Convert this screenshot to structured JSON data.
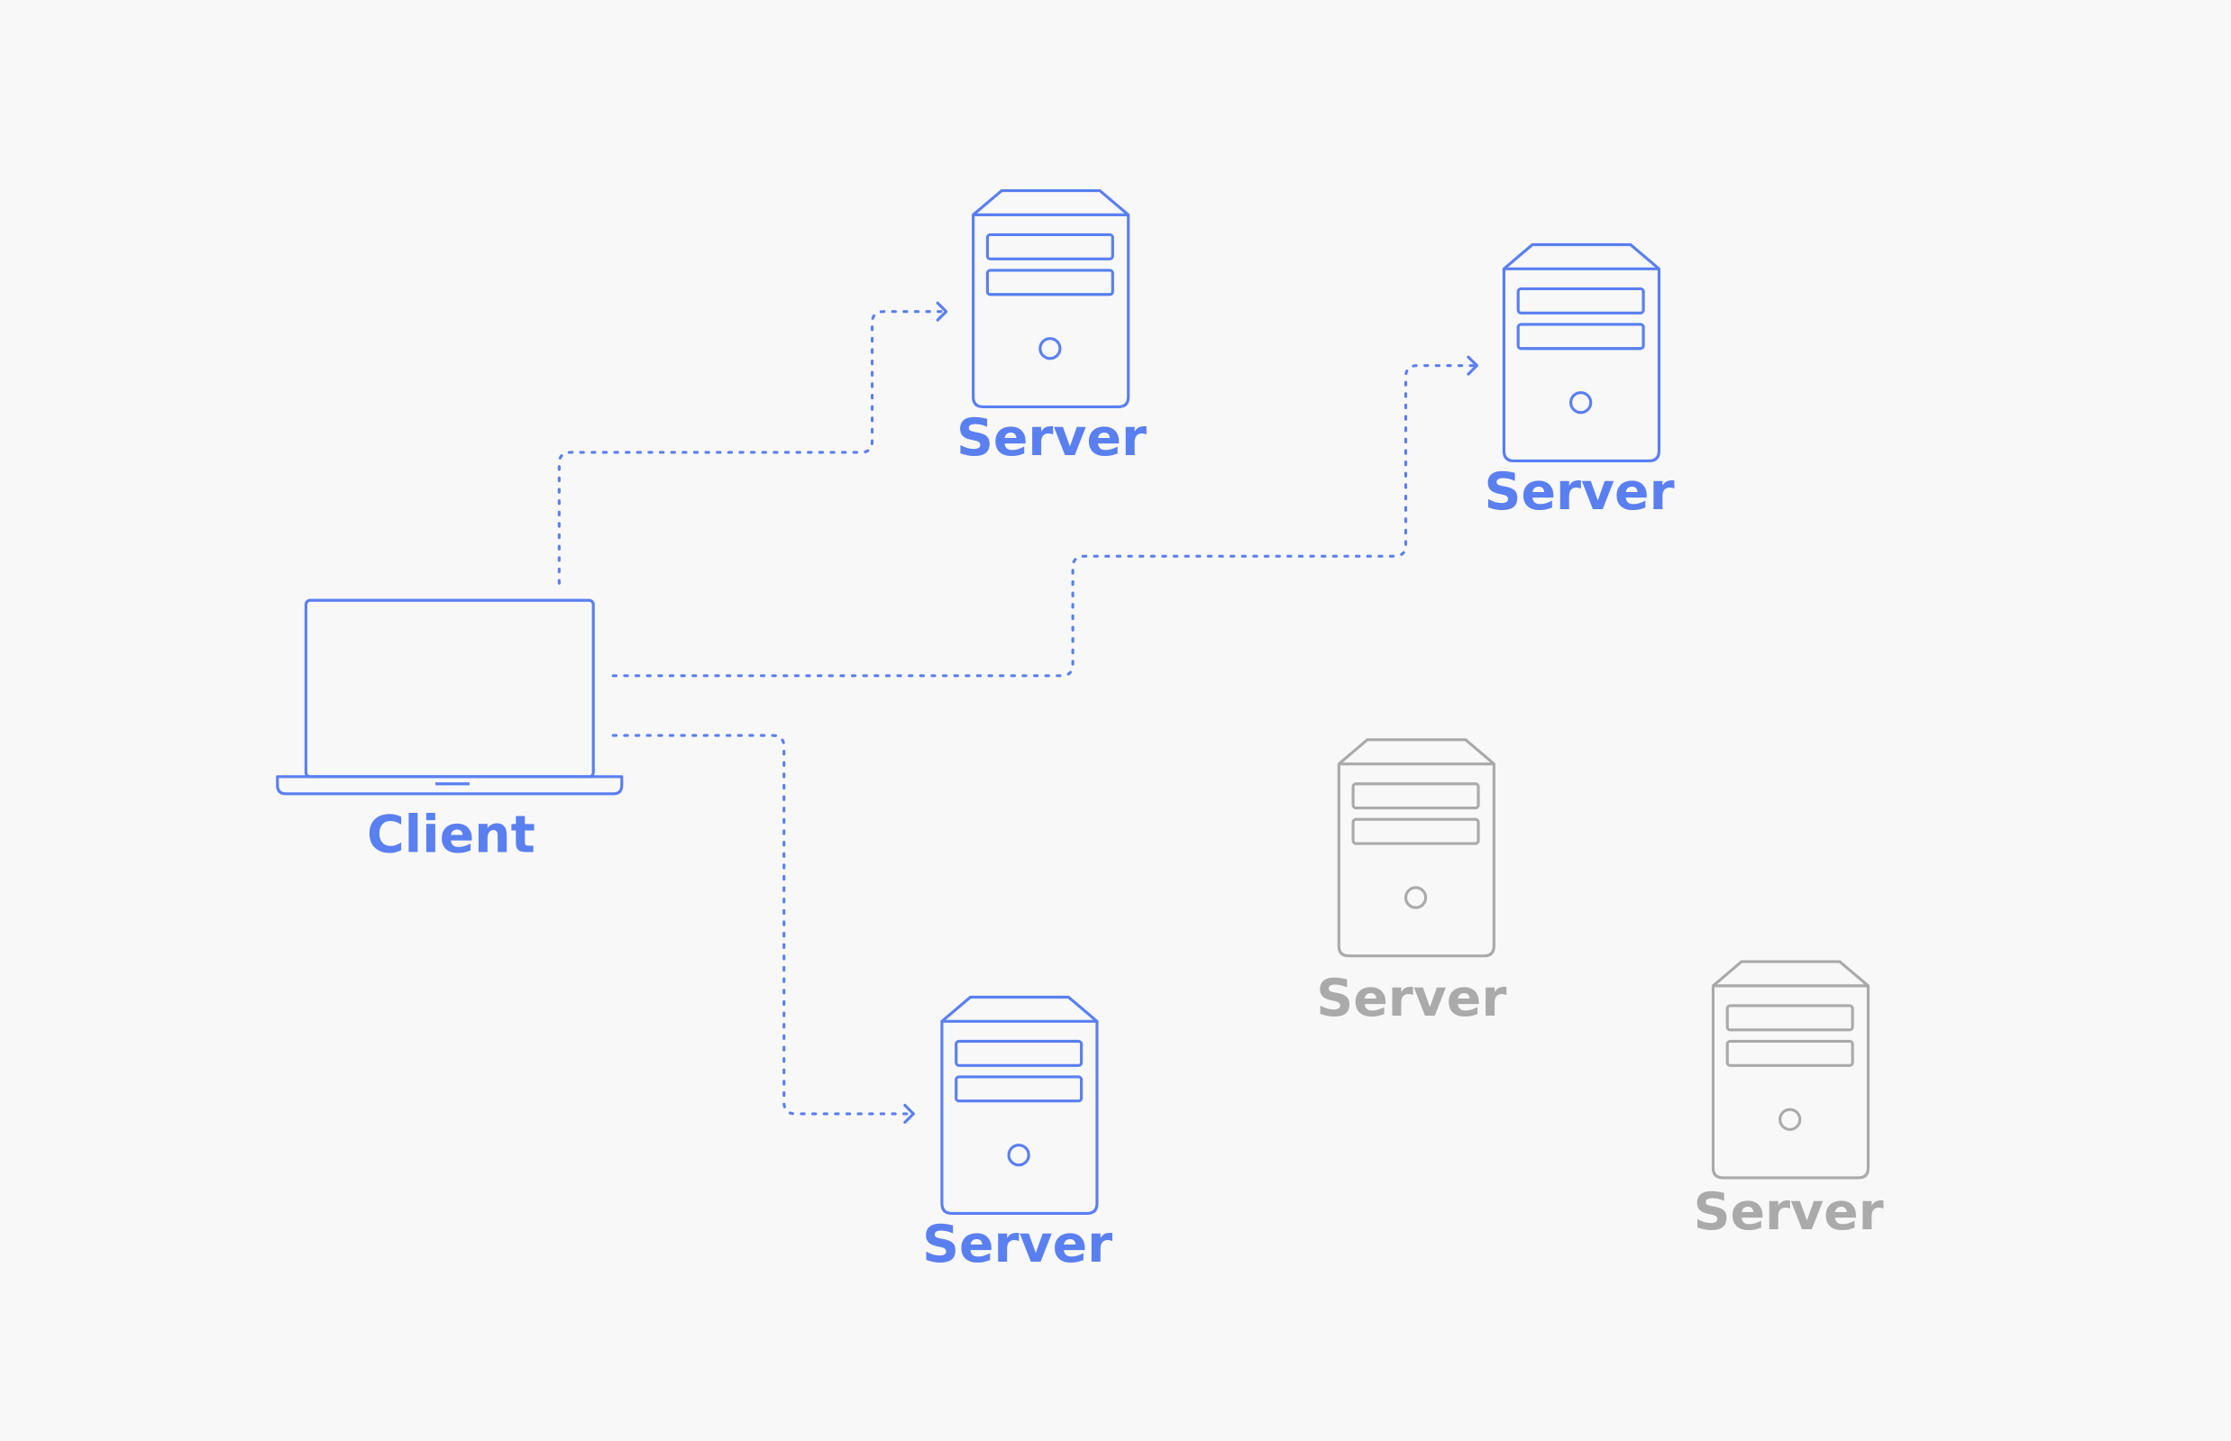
{
  "colors": {
    "background": "#f8f8f8",
    "active": "#5a7ff0",
    "inactive": "#aaaaaa"
  },
  "client": {
    "label": "Client",
    "icon": "laptop-icon"
  },
  "servers": [
    {
      "label": "Server",
      "state": "active",
      "icon": "server-icon"
    },
    {
      "label": "Server",
      "state": "active",
      "icon": "server-icon"
    },
    {
      "label": "Server",
      "state": "active",
      "icon": "server-icon"
    },
    {
      "label": "Server",
      "state": "inactive",
      "icon": "server-icon"
    },
    {
      "label": "Server",
      "state": "inactive",
      "icon": "server-icon"
    }
  ],
  "connections": [
    {
      "from": "client",
      "to": "server-1",
      "style": "dotted",
      "arrow": true
    },
    {
      "from": "client",
      "to": "server-2",
      "style": "dotted",
      "arrow": true
    },
    {
      "from": "client",
      "to": "server-3",
      "style": "dotted",
      "arrow": true
    }
  ]
}
